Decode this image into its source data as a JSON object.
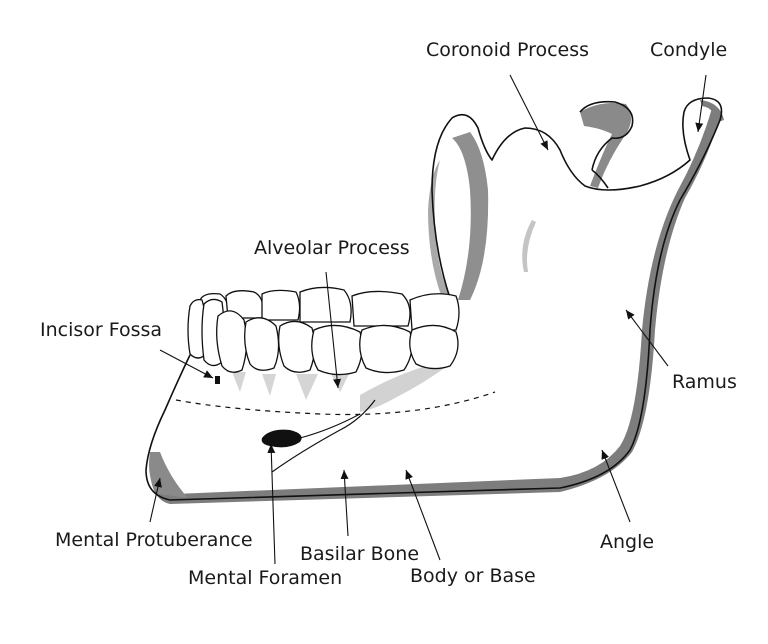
{
  "labels": {
    "coronoid": "Coronoid Process",
    "condyle": "Condyle",
    "alveolar": "Alveolar Process",
    "incisor_fossa": "Incisor Fossa",
    "ramus": "Ramus",
    "mental_protuberance": "Mental Protuberance",
    "basilar_bone": "Basilar Bone",
    "mental_foramen": "Mental Foramen",
    "body_or_base": "Body or Base",
    "angle": "Angle"
  },
  "colors": {
    "bone_fill": "#ffffff",
    "shadow_dark": "#7d7d7d",
    "shadow_mid": "#a9a9a9",
    "shadow_light": "#d2d2d2",
    "line": "#111111"
  }
}
